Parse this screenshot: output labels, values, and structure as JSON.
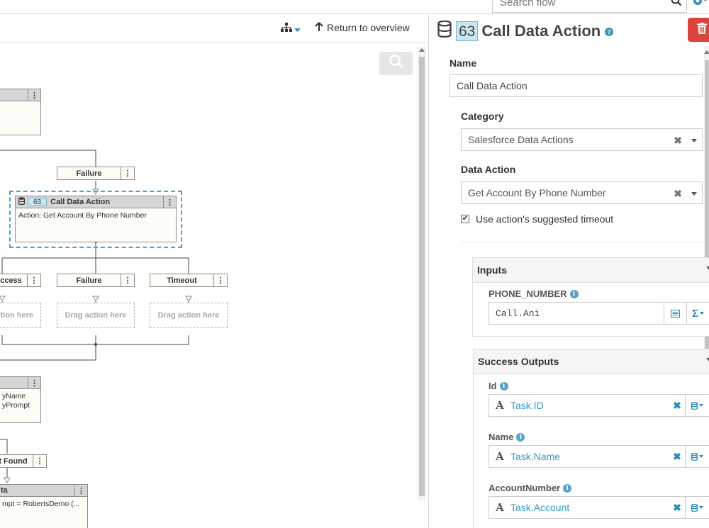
{
  "search": {
    "placeholder": "Search flow"
  },
  "canvas_header": {
    "return_label": "Return to overview"
  },
  "canvas": {
    "node_top": {
      "title": ""
    },
    "failure_top": "Failure",
    "call_node": {
      "number": "63",
      "title": "Call Data Action",
      "body": "Action: Get Account By Phone Number"
    },
    "paths": {
      "success": "ccess",
      "failure": "Failure",
      "timeout": "Timeout"
    },
    "drops": {
      "left": "tion here",
      "middle": "Drag action here",
      "right": "Drag action here"
    },
    "node_lower": {
      "line1": "yName",
      "line2": "yPrompt"
    },
    "not_found": "t Found",
    "node_bottom": {
      "title": "ta",
      "body": "mpt = RobertsDemo (..."
    }
  },
  "panel": {
    "number": "63",
    "title": "Call Data Action",
    "name_label": "Name",
    "name_value": "Call Data Action",
    "category_label": "Category",
    "category_value": "Salesforce Data Actions",
    "data_action_label": "Data Action",
    "data_action_value": "Get Account By Phone Number",
    "timeout_checkbox": "Use action's suggested timeout",
    "inputs": {
      "title": "Inputs",
      "fields": [
        {
          "label": "PHONE_NUMBER",
          "value": "Call.Ani"
        }
      ]
    },
    "success_outputs": {
      "title": "Success Outputs",
      "fields": [
        {
          "label": "Id",
          "type": "A",
          "value": "Task.ID"
        },
        {
          "label": "Name",
          "type": "A",
          "value": "Task.Name"
        },
        {
          "label": "AccountNumber",
          "type": "A",
          "value": "Task.Account"
        }
      ]
    }
  },
  "colors": {
    "accent": "#4aa3c7",
    "delete": "#d9453d",
    "link": "#3a9bc4"
  },
  "icons": [
    "search-icon",
    "gear-icon",
    "hierarchy-icon",
    "arrow-up-icon",
    "database-icon",
    "help-icon",
    "trash-icon",
    "info-icon",
    "list-icon",
    "sigma-icon",
    "clear-icon"
  ]
}
